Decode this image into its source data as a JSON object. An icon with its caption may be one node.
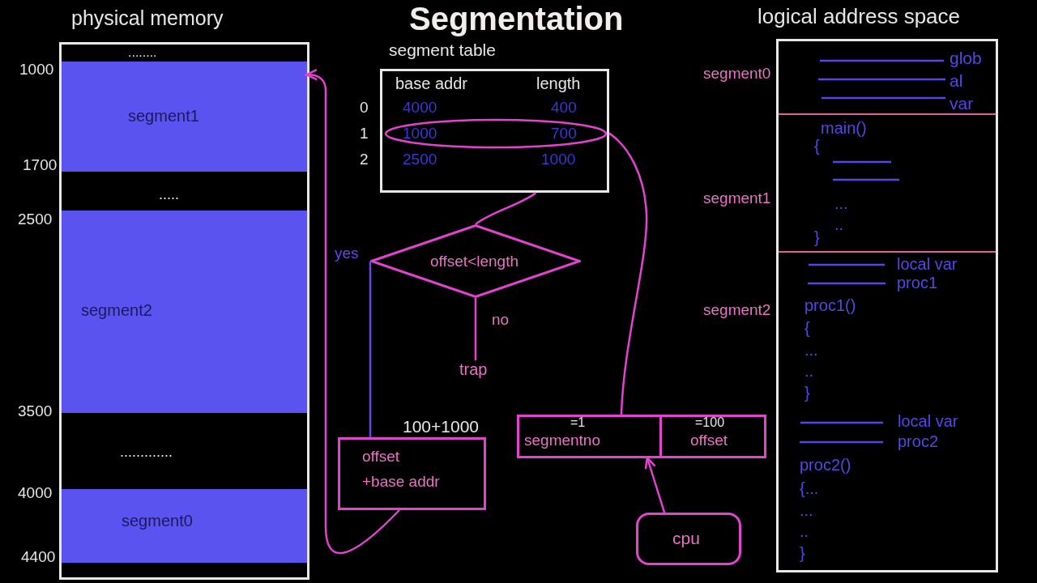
{
  "diagram": {
    "title": "Segmentation",
    "nodes": [
      {
        "text": [
          "physical memory",
          "........",
          ".....",
          "............."
        ]
      },
      {
        "text": [
          "segment1"
        ],
        "in": 0,
        "beside": [
          "1000",
          "1700"
        ]
      },
      {
        "text": [
          "segment2"
        ],
        "in": 0,
        "beside": [
          "2500",
          "3500"
        ]
      },
      {
        "text": [
          "segment0"
        ],
        "in": 0,
        "beside": [
          "4000",
          "4400"
        ]
      },
      {
        "text": [
          "segment table",
          "base addr",
          "length",
          "4000",
          "400",
          "1000",
          "700",
          "2500",
          "1000"
        ],
        "beside": [
          "0",
          "1",
          "2"
        ]
      },
      {
        "text": [
          "offset<length"
        ]
      },
      {
        "text": [
          "trap"
        ]
      },
      {
        "text": [
          "offset +base addr"
        ],
        "beside": [
          "100+1000"
        ]
      },
      {
        "text": [
          "=1",
          "segmentno"
        ]
      },
      {
        "text": [
          "=100",
          "offset"
        ]
      },
      {
        "text": [
          "cpu"
        ]
      },
      {
        "text": [
          "logical address space"
        ]
      },
      {
        "text": [
          "glob al var"
        ],
        "in": 11,
        "beside": [
          "segment0"
        ]
      },
      {
        "text": [
          "main()",
          "{",
          "...",
          "..",
          "}"
        ],
        "in": 11,
        "beside": [
          "segment1"
        ]
      },
      {
        "text": [
          "local var",
          "proc1",
          "proc1()",
          "{",
          "...",
          "..",
          "}",
          "local var",
          "proc2",
          "proc2()",
          "{...",
          "...",
          "..",
          "}"
        ],
        "in": 11,
        "beside": [
          "segment2"
        ]
      }
    ],
    "edges": [
      {
        "from": 10,
        "to": 8,
        "arrow": "to"
      },
      {
        "from": 8,
        "to": 4,
        "arrow": "none"
      },
      {
        "from": 4,
        "to": 5,
        "arrow": "none"
      },
      {
        "from": 5,
        "to": 6,
        "arrow": "none",
        "label": "no"
      },
      {
        "from": 5,
        "to": 7,
        "arrow": "none",
        "label": "yes",
        "color": "#6a45e8"
      },
      {
        "from": 7,
        "to": 1,
        "arrow": "to"
      }
    ]
  }
}
